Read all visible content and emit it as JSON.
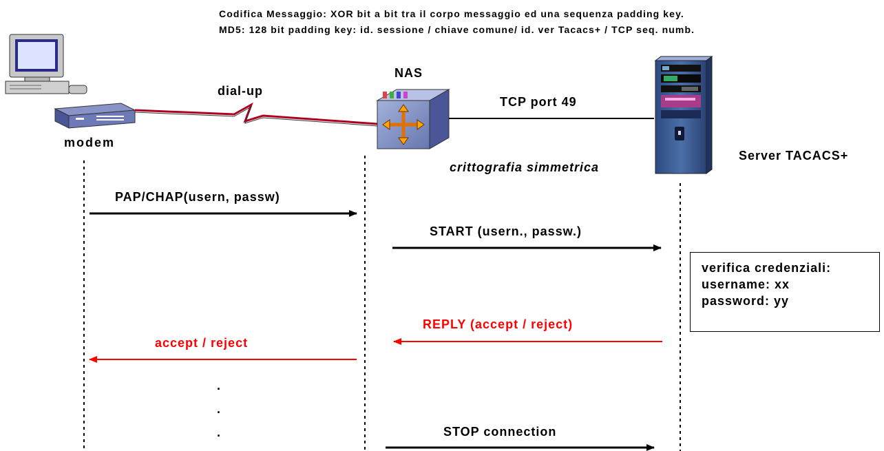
{
  "header": {
    "line1": "Codifica Messaggio: XOR bit a bit tra il corpo messaggio ed una sequenza padding key.",
    "line2": "MD5: 128 bit padding key: id. sessione / chiave comune/ id. ver Tacacs+ / TCP seq. numb."
  },
  "labels": {
    "dialup": "dial-up",
    "nas": "NAS",
    "tcp_port": "TCP port 49",
    "modem": "modem",
    "crypto": "crittografia simmetrica",
    "server": "Server TACACS+"
  },
  "messages": {
    "pap_chap": "PAP/CHAP(usern, passw)",
    "start": "START (usern., passw.)",
    "reply": "REPLY (accept / reject)",
    "accept_reject": "accept / reject",
    "stop": "STOP connection"
  },
  "verification": {
    "title": "verifica credenziali:",
    "username": "username: xx",
    "password": "password: yy"
  },
  "ellipsis": {
    "dot1": ".",
    "dot2": ".",
    "dot3": "."
  },
  "colors": {
    "request_arrow": "#000000",
    "response_arrow": "#ff0000",
    "dialup_line": "#b00020"
  },
  "icons": [
    "computer-icon",
    "modem-icon",
    "nas-router-icon",
    "server-tower-icon"
  ]
}
